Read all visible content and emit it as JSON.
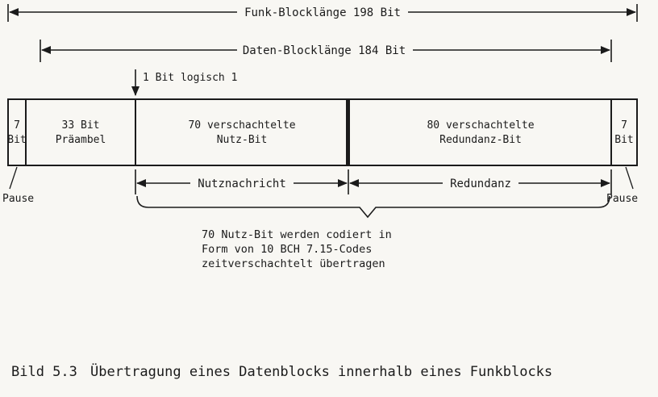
{
  "colors": {
    "ink": "#1b1b1b",
    "paper": "#f8f7f3"
  },
  "dimensions": {
    "funk": {
      "label": "Funk-Blocklänge 198 Bit"
    },
    "daten": {
      "label": "Daten-Blocklänge 184 Bit"
    }
  },
  "bit_marker": {
    "label": "1 Bit logisch 1"
  },
  "block": {
    "cells": [
      {
        "line1": "7",
        "line2": "Bit"
      },
      {
        "line1": "33 Bit",
        "line2": "Präambel"
      },
      {
        "line1": "70 verschachtelte",
        "line2": "Nutz-Bit"
      },
      {
        "line1": "80 verschachtelte",
        "line2": "Redundanz-Bit"
      },
      {
        "line1": "7",
        "line2": "Bit"
      }
    ]
  },
  "spans": {
    "nutznachricht": "Nutznachricht",
    "redundanz": "Redundanz"
  },
  "pause_left": "Pause",
  "pause_right": "Pause",
  "brace_note": {
    "line1": "70 Nutz-Bit werden codiert in",
    "line2": "Form von 10 BCH 7.15-Codes",
    "line3": "zeitverschachtelt übertragen"
  },
  "caption": {
    "label": "Bild 5.3",
    "text": "Übertragung eines Datenblocks innerhalb eines Funkblocks"
  }
}
